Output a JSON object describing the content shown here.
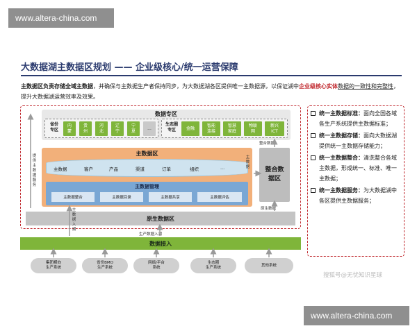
{
  "watermark": {
    "top": "www.altera-china.com",
    "bottom": "www.altera-china.com"
  },
  "title": "大数据湖主数据区规划 —— 企业级核心/统一运营保障",
  "intro": {
    "p1": "主数据区负责存储全域主数据",
    "p2": "，并确保与主数据生产者保持同步，为大数据湖各区提供唯一主数据源，以保证湖中",
    "p3": "企业级核心实体",
    "p4": "数据的一致性和完整性",
    "p5": "，提升大数据湖运营效率及效果。"
  },
  "data_zone": {
    "title": "数据专区",
    "province_label": "省份\n专区",
    "provinces": [
      "内\n蒙",
      "贵\n州",
      "河\n北",
      "辽\n宁",
      "宁\n夏",
      "..."
    ],
    "eco_label": "生态圈\n专区",
    "eco_items": [
      "金融",
      "智能\n连接",
      "智慧\n家庭",
      "物联\n网",
      "新兴\nICT"
    ]
  },
  "master_zone": {
    "title": "主数据区",
    "items": [
      "主数据",
      "客户",
      "产品",
      "渠道",
      "订单",
      "组织",
      "..."
    ],
    "mgmt_title": "主数据管理",
    "mgmt_items": [
      "主数据整合",
      "主数据目录",
      "主数据共享",
      "主数据评估"
    ]
  },
  "hub": "整合数\n据区",
  "raw_zone": "原生数据区",
  "ingest": "数据接入",
  "labels": {
    "left_service": "提供主数据服务",
    "master_ingest": "主数据入湖",
    "raw_ingest": "生产数据入湖",
    "hub_to_zone": "整合数据",
    "to_hub": "主数据",
    "raw_to_hub": "原生数据"
  },
  "sources": [
    "集团横向\n生产系统",
    "省份BMO\n生产系统",
    "网络/平台\n系统",
    "生态圈\n生产系统",
    "其他系统"
  ],
  "side_items": [
    {
      "head": "统一主数据标准：",
      "text": "面向全国各域各生产系统提供主数据标准；"
    },
    {
      "head": "统一主数据存储：",
      "text": "面向大数据湖提供统一主数据存储能力；"
    },
    {
      "head": "统一主数据整合：",
      "text": "清洗整合各域主数据，形成统一、标准、唯一主数据；"
    },
    {
      "head": "统一主数据服务：",
      "text": "为大数据湖中各区提供主数据服务；"
    }
  ],
  "credit": "搜狐号@无忧知识星球",
  "colors": {
    "title": "#2a3a6e",
    "accent_red": "#c0272d",
    "green": "#7fb53a",
    "orange": "#f2b07a",
    "blue": "#7aa7d4"
  }
}
